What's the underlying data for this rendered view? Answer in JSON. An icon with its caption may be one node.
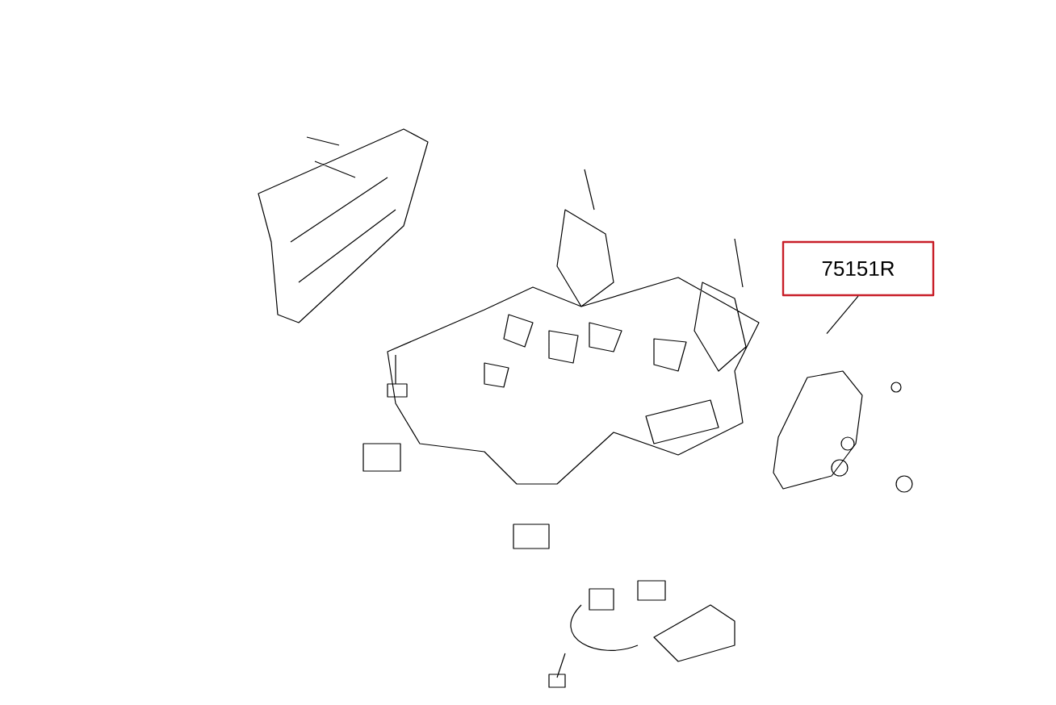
{
  "diagram": {
    "nodes": [
      {
        "text": [
          "75151R"
        ]
      },
      {
        "text": [],
        "shape": "picture"
      }
    ],
    "edges": [
      {
        "from": 0,
        "to": 1,
        "arrow": "none"
      }
    ]
  }
}
